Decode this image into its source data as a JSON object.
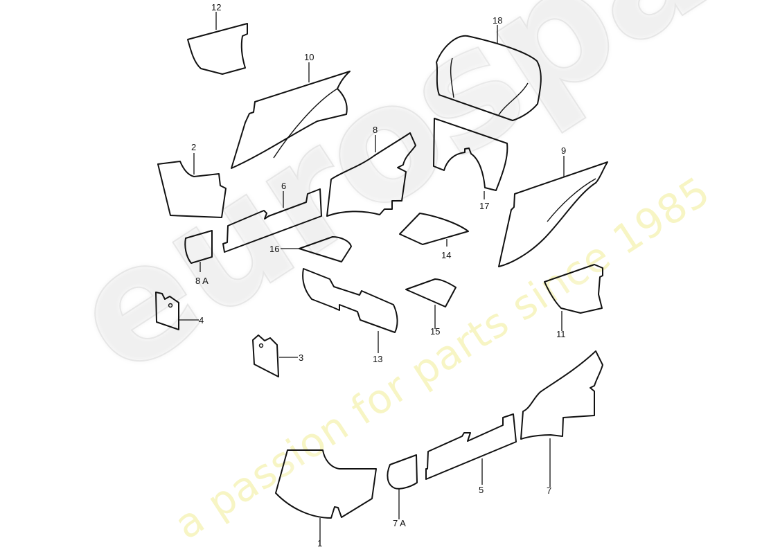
{
  "diagram": {
    "subject": "Sound insulation / insulating panels exploded view",
    "watermark": {
      "brand": "eurospares",
      "tagline": "a passion for parts since 1985",
      "brand_color": "#e6e6e6",
      "tagline_color": "#f7f5c4"
    },
    "callouts": [
      {
        "id": "12",
        "label": "12"
      },
      {
        "id": "18",
        "label": "18"
      },
      {
        "id": "10",
        "label": "10"
      },
      {
        "id": "8",
        "label": "8"
      },
      {
        "id": "2",
        "label": "2"
      },
      {
        "id": "6",
        "label": "6"
      },
      {
        "id": "17",
        "label": "17"
      },
      {
        "id": "9",
        "label": "9"
      },
      {
        "id": "16",
        "label": "16"
      },
      {
        "id": "14",
        "label": "14"
      },
      {
        "id": "8A",
        "label": "8 A"
      },
      {
        "id": "4",
        "label": "4"
      },
      {
        "id": "13",
        "label": "13"
      },
      {
        "id": "15",
        "label": "15"
      },
      {
        "id": "11",
        "label": "11"
      },
      {
        "id": "3",
        "label": "3"
      },
      {
        "id": "1",
        "label": "1"
      },
      {
        "id": "7A",
        "label": "7 A"
      },
      {
        "id": "5",
        "label": "5"
      },
      {
        "id": "7",
        "label": "7"
      }
    ]
  }
}
